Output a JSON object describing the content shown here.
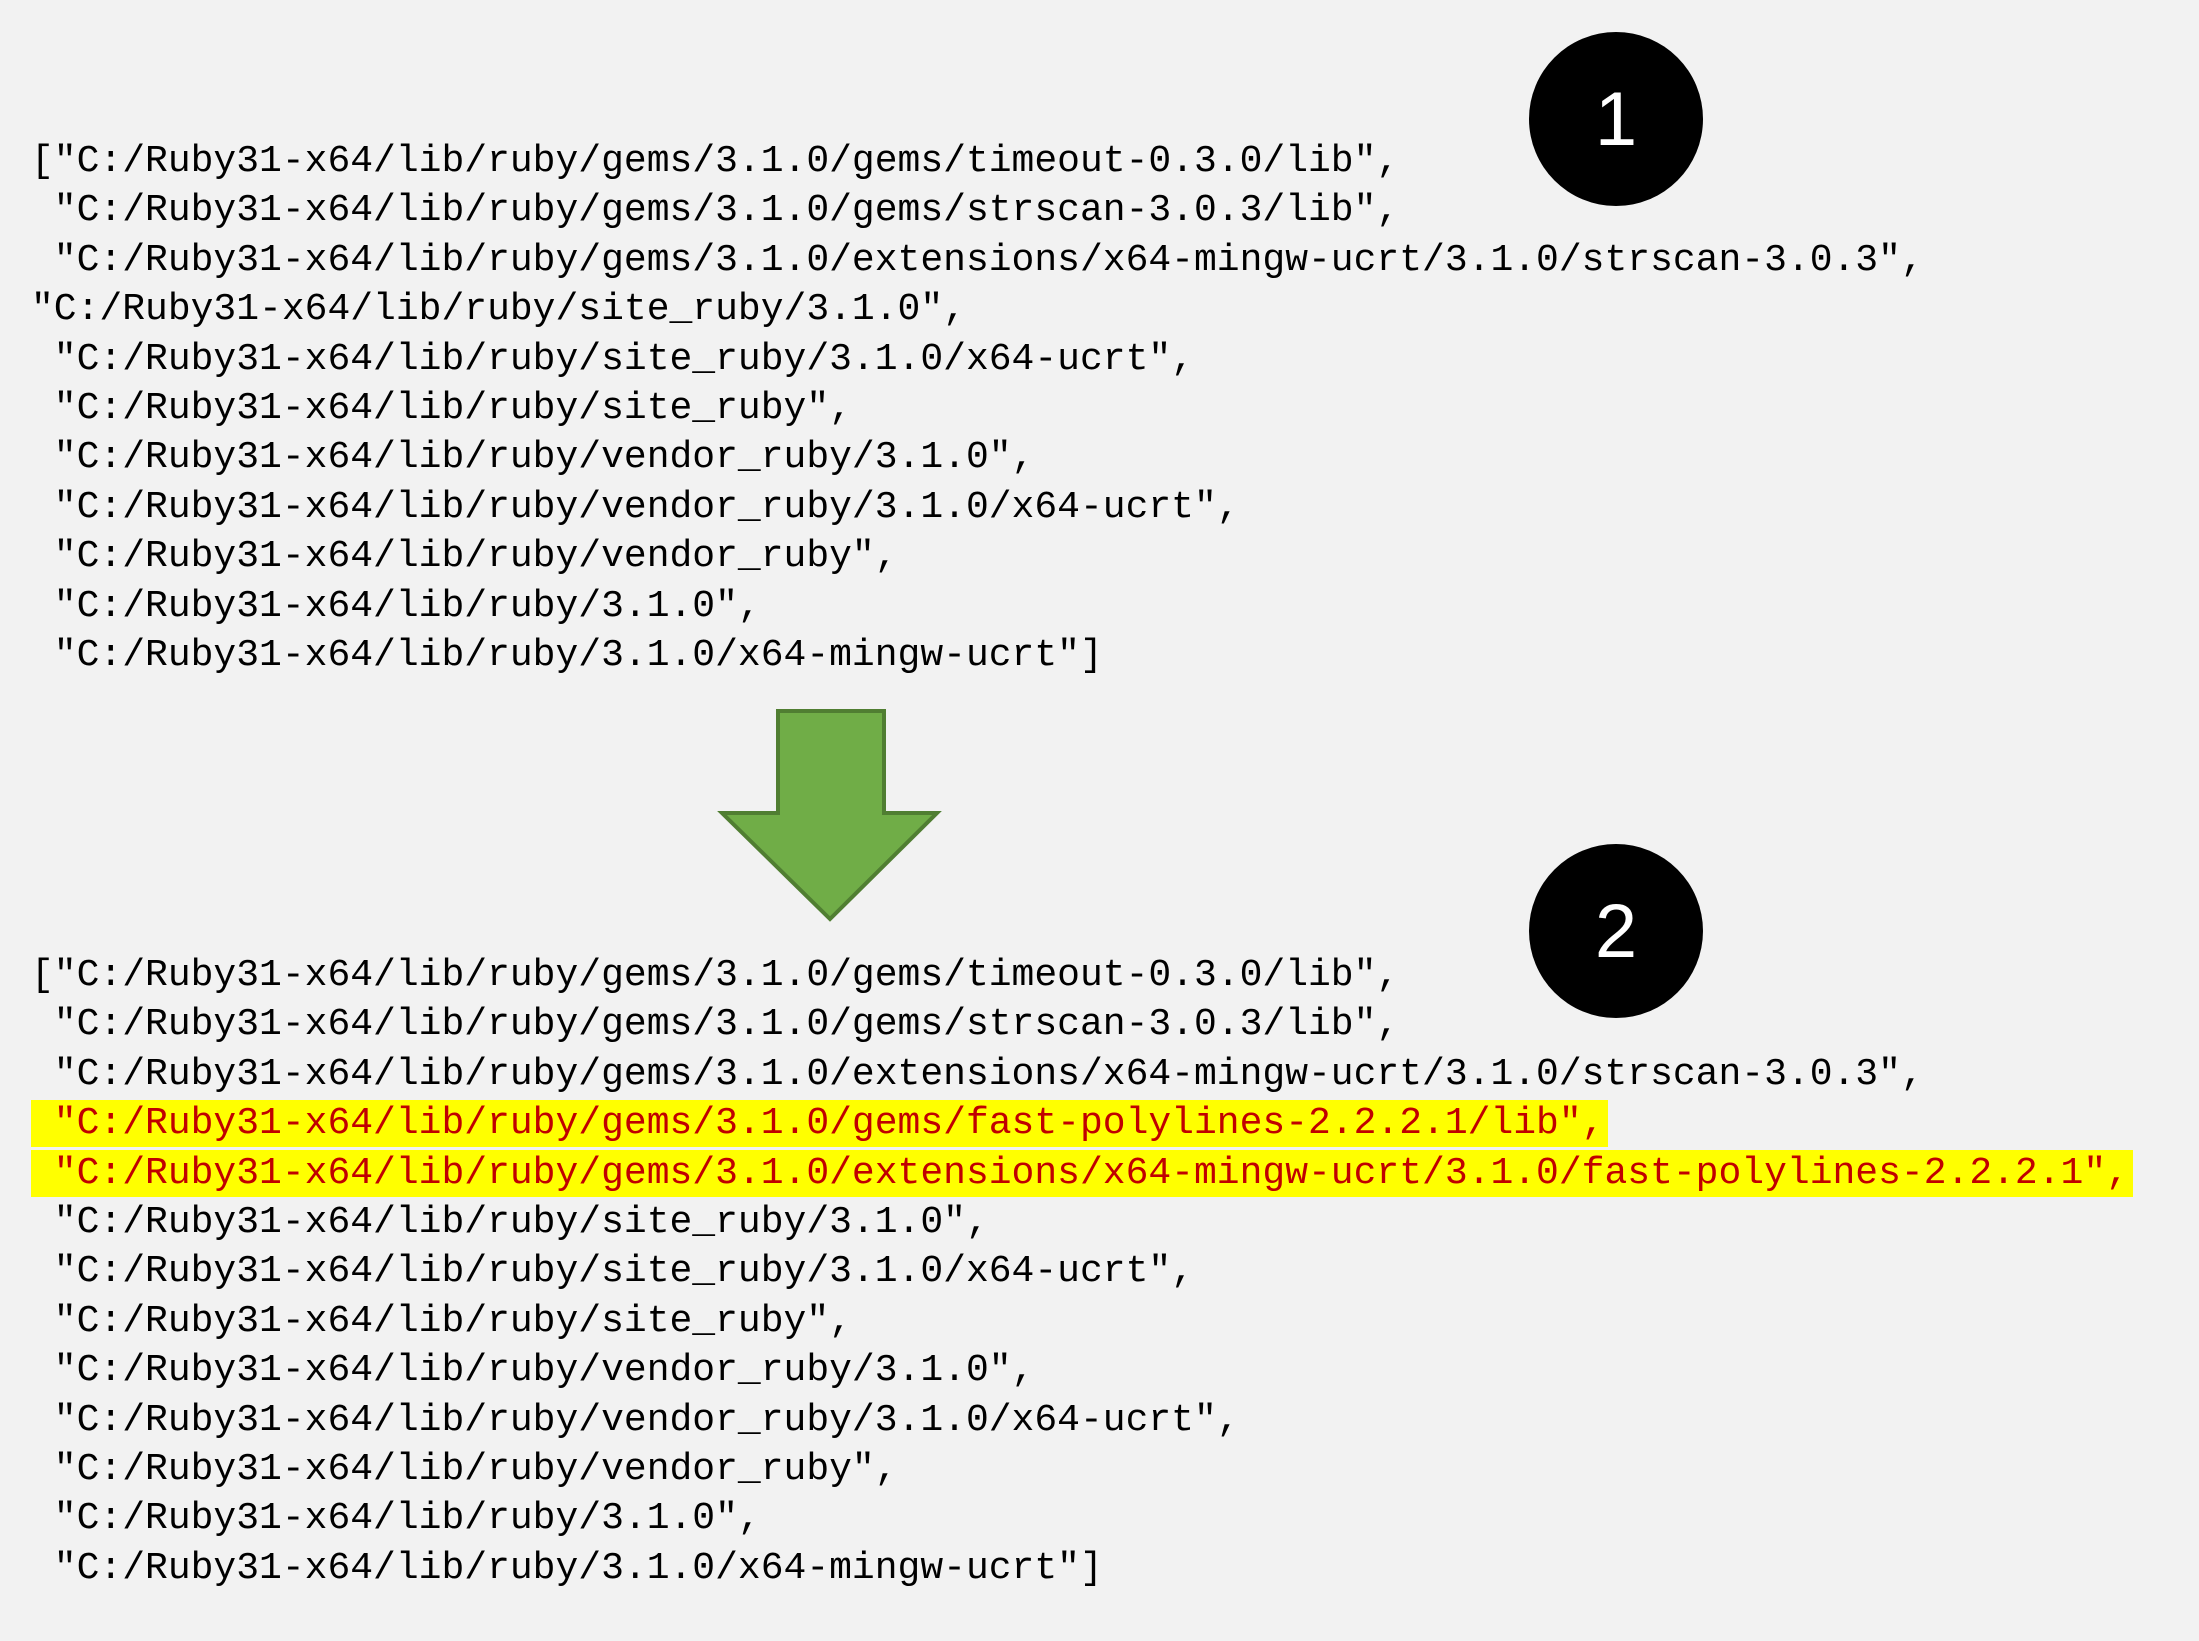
{
  "badges": {
    "first": "1",
    "second": "2"
  },
  "before": {
    "lines": [
      "[\"C:/Ruby31-x64/lib/ruby/gems/3.1.0/gems/timeout-0.3.0/lib\",",
      " \"C:/Ruby31-x64/lib/ruby/gems/3.1.0/gems/strscan-3.0.3/lib\",",
      " \"C:/Ruby31-x64/lib/ruby/gems/3.1.0/extensions/x64-mingw-ucrt/3.1.0/strscan-3.0.3\",",
      "\"C:/Ruby31-x64/lib/ruby/site_ruby/3.1.0\",",
      " \"C:/Ruby31-x64/lib/ruby/site_ruby/3.1.0/x64-ucrt\",",
      " \"C:/Ruby31-x64/lib/ruby/site_ruby\",",
      " \"C:/Ruby31-x64/lib/ruby/vendor_ruby/3.1.0\",",
      " \"C:/Ruby31-x64/lib/ruby/vendor_ruby/3.1.0/x64-ucrt\",",
      " \"C:/Ruby31-x64/lib/ruby/vendor_ruby\",",
      " \"C:/Ruby31-x64/lib/ruby/3.1.0\",",
      " \"C:/Ruby31-x64/lib/ruby/3.1.0/x64-mingw-ucrt\"]"
    ]
  },
  "after": {
    "lines": [
      "[\"C:/Ruby31-x64/lib/ruby/gems/3.1.0/gems/timeout-0.3.0/lib\",",
      " \"C:/Ruby31-x64/lib/ruby/gems/3.1.0/gems/strscan-3.0.3/lib\",",
      " \"C:/Ruby31-x64/lib/ruby/gems/3.1.0/extensions/x64-mingw-ucrt/3.1.0/strscan-3.0.3\",",
      " \"C:/Ruby31-x64/lib/ruby/gems/3.1.0/gems/fast-polylines-2.2.2.1/lib\",",
      " \"C:/Ruby31-x64/lib/ruby/gems/3.1.0/extensions/x64-mingw-ucrt/3.1.0/fast-polylines-2.2.2.1\",",
      " \"C:/Ruby31-x64/lib/ruby/site_ruby/3.1.0\",",
      " \"C:/Ruby31-x64/lib/ruby/site_ruby/3.1.0/x64-ucrt\",",
      " \"C:/Ruby31-x64/lib/ruby/site_ruby\",",
      " \"C:/Ruby31-x64/lib/ruby/vendor_ruby/3.1.0\",",
      " \"C:/Ruby31-x64/lib/ruby/vendor_ruby/3.1.0/x64-ucrt\",",
      " \"C:/Ruby31-x64/lib/ruby/vendor_ruby\",",
      " \"C:/Ruby31-x64/lib/ruby/3.1.0\",",
      " \"C:/Ruby31-x64/lib/ruby/3.1.0/x64-mingw-ucrt\"]"
    ],
    "highlighted_lines": [
      3,
      4
    ]
  },
  "colors": {
    "highlight": "#ffff00",
    "highlight_text": "#c00000",
    "arrow_fill": "#70ad47",
    "arrow_stroke": "#507e32"
  },
  "icons": {
    "arrow": "arrow-down-icon"
  }
}
